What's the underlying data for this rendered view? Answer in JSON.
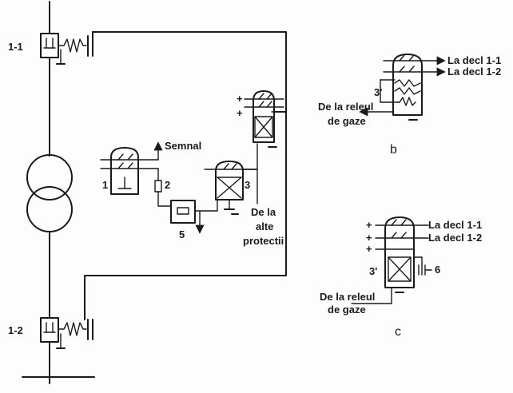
{
  "labels": {
    "breaker_top": "1-1",
    "breaker_bottom": "1-2",
    "semnal": "Semnal",
    "n1": "1",
    "n2": "2",
    "n3": "3",
    "n5": "5",
    "prot_line1": "De la",
    "prot_line2": "alte",
    "prot_line3": "protectii",
    "b_decl_1": "La decl 1-1",
    "b_decl_2": "La decl 1-2",
    "b_3prime": "3'",
    "b_releu_1": "De la releul",
    "b_releu_2": "de gaze",
    "variant_b": "b",
    "c_decl_1": "La decl 1-1",
    "c_decl_2": "La decl 1-2",
    "c_3prime": "3'",
    "c_6": "6",
    "c_releu_1": "De la releul",
    "c_releu_2": "de gaze",
    "variant_c": "c"
  }
}
